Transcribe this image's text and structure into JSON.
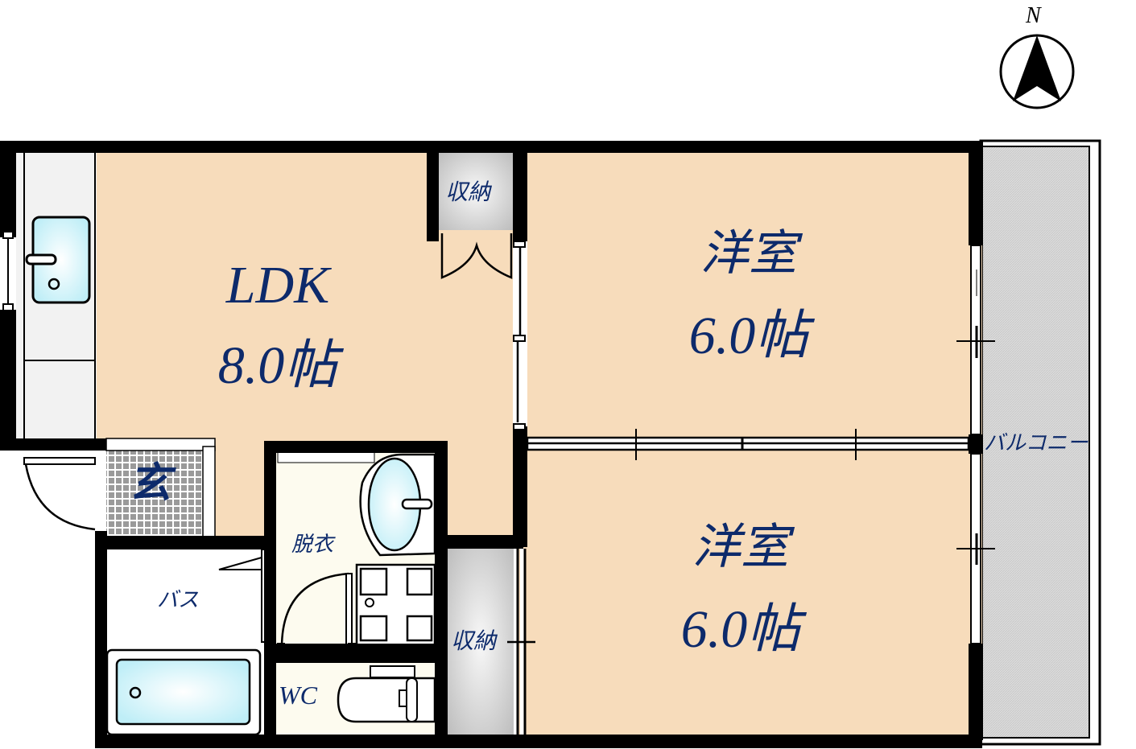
{
  "compass": {
    "label": "N"
  },
  "rooms": {
    "ldk": {
      "name": "LDK",
      "size": "8.0帖"
    },
    "western_top": {
      "name": "洋室",
      "size": "6.0帖"
    },
    "western_bottom": {
      "name": "洋室",
      "size": "6.0帖"
    },
    "storage_top": {
      "name": "収納"
    },
    "storage_bottom": {
      "name": "収納"
    },
    "entrance": {
      "name": "玄"
    },
    "bath": {
      "name": "バス"
    },
    "dressing": {
      "name": "脱衣"
    },
    "wc": {
      "name": "WC"
    },
    "balcony": {
      "name": "バルコニー"
    }
  },
  "colors": {
    "floor": "#f7dcbb",
    "wall": "#000000",
    "text": "#0d2a6b",
    "wet_floor": "#fdfbef",
    "balcony": "#d9d9d9",
    "fixture": "#dff6fb"
  }
}
